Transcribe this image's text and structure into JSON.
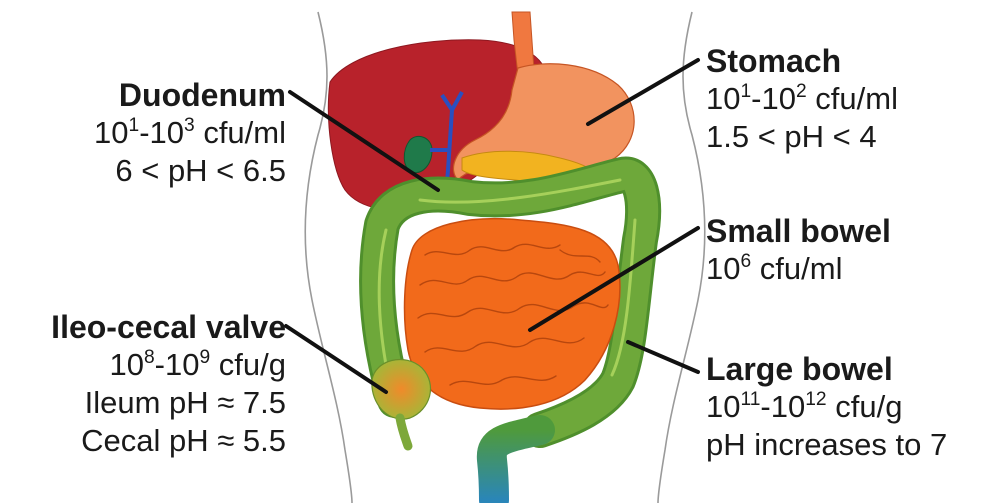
{
  "labels": {
    "duodenum": {
      "title": "Duodenum",
      "count": {
        "a": "10",
        "ae": "1",
        "b": "10",
        "be": "3",
        "unit": "cfu/ml"
      },
      "lines": [
        "6 < pH < 6.5"
      ]
    },
    "stomach": {
      "title": "Stomach",
      "count": {
        "a": "10",
        "ae": "1",
        "b": "10",
        "be": "2",
        "unit": "cfu/ml"
      },
      "lines": [
        "1.5 < pH < 4"
      ]
    },
    "small_bowel": {
      "title": "Small bowel",
      "count": {
        "a": "10",
        "ae": "6",
        "unit": "cfu/ml"
      },
      "lines": []
    },
    "ileocecal": {
      "title": "Ileo-cecal valve",
      "count": {
        "a": "10",
        "ae": "8",
        "b": "10",
        "be": "9",
        "unit": "cfu/g"
      },
      "lines": [
        "Ileum pH ≈ 7.5",
        "Cecal pH ≈ 5.5"
      ]
    },
    "large_bowel": {
      "title": "Large bowel",
      "count": {
        "a": "10",
        "ae": "11",
        "b": "10",
        "be": "12",
        "unit": "cfu/g"
      },
      "lines": [
        "pH increases to 7"
      ]
    }
  },
  "colors": {
    "liver": "#b8222b",
    "stomach": "#f2935f",
    "esophagus": "#f07840",
    "small_intestine": "#f26a1b",
    "colon": "#6ea83a",
    "colon_light": "#a6d05a",
    "rectum": "#2a86b8",
    "gallbladder": "#1f7a4a",
    "bile_duct": "#2a4fc0",
    "pancreas": "#f2b320",
    "leader_line": "#111111"
  }
}
